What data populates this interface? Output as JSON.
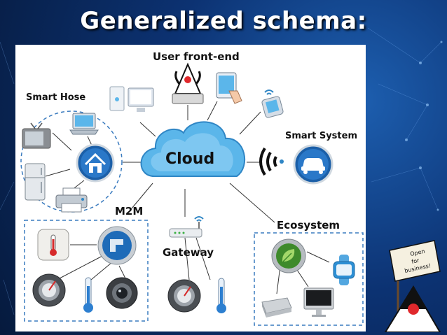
{
  "title": "Generalized schema:",
  "labels": {
    "user_frontend": "User front-end",
    "smart_hose": "Smart Hose",
    "smart_system": "Smart System",
    "cloud": "Cloud",
    "m2m": "M2M",
    "gateway": "Gateway",
    "ecosystem": "Ecosystem"
  },
  "colors": {
    "background": "#0b2a5c",
    "panel": "#ffffff",
    "cloud_fill": "#5bb6ea",
    "dashed_border": "#3a7bbf",
    "connector": "#333333"
  },
  "icons": [
    "desktop-computer-icon",
    "duke-mascot-icon",
    "tablet-touch-icon",
    "phone-wifi-icon",
    "tv-icon",
    "laptop-icon",
    "home-icon",
    "fridge-icon",
    "printer-icon",
    "wifi-signal-icon",
    "car-icon",
    "thermometer-icon",
    "m2m-app-icon",
    "dial-gauge-icon",
    "camera-icon",
    "router-icon",
    "leaf-icon",
    "watch-icon",
    "mac-mini-icon",
    "imac-icon",
    "duke-sign-mascot-icon"
  ]
}
